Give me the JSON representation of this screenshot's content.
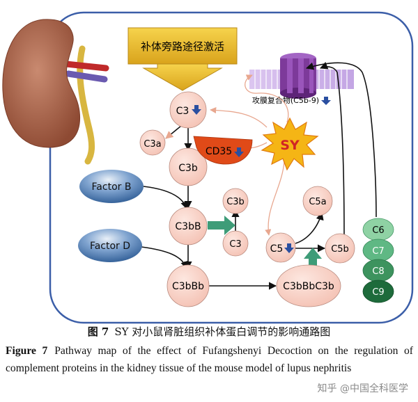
{
  "pathway_label": "补体旁路途径激活",
  "mac_label": "攻膜复合物(C5b-9)",
  "drug_label": "SY",
  "nodes": {
    "c3": "C3",
    "c3a": "C3a",
    "cd35": "CD35",
    "c3b_main": "C3b",
    "factor_b": "Factor B",
    "c3b_side": "C3b",
    "c3bb": "C3bB",
    "c3_side": "C3",
    "factor_d": "Factor D",
    "c3bbb": "C3bBb",
    "c3bbbc3b": "C3bBbC3b",
    "c5": "C5",
    "c5a": "C5a",
    "c5b": "C5b",
    "c6": "C6",
    "c7": "C7",
    "c8": "C8",
    "c9": "C9"
  },
  "colors": {
    "node_fill": "#f9d3c8",
    "factor_fill": "#4a74a8",
    "cd35_fill": "#e04a18",
    "sy_fill": "#f5b515",
    "mac_fill": "#7d3a9a",
    "c6_fill": "#8fd2a4",
    "c9_fill": "#1e6b3b",
    "down_arrow": "#2a4fa0",
    "sy_link": "#e8a78f",
    "green_arrow": "#3e9c78"
  },
  "caption": {
    "zh_label": "图 7",
    "zh_text": "SY 对小鼠肾脏组织补体蛋白调节的影响通路图",
    "en_label": "Figure 7",
    "en_text": "Pathway map of the effect of Fufangshenyi Decoction on the regulation of complement proteins in the kidney tissue of the mouse model of lupus nephritis"
  },
  "watermark": "知乎 @中国全科医学"
}
